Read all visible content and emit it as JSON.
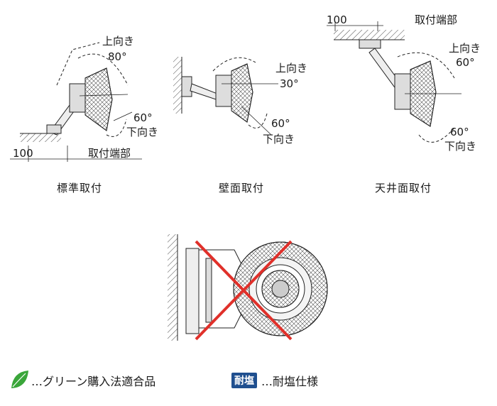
{
  "panels": [
    {
      "caption": "標準取付",
      "up_label": "上向き",
      "up_angle": "80°",
      "down_angle": "60°",
      "down_label": "下向き",
      "dim": "100",
      "mount_label": "取付端部"
    },
    {
      "caption": "壁面取付",
      "up_label": "上向き",
      "up_angle": "30°",
      "down_angle": "60°",
      "down_label": "下向き"
    },
    {
      "caption": "天井面取付",
      "dim": "100",
      "mount_label": "取付端部",
      "up_label": "上向き",
      "up_angle": "60°",
      "down_angle": "60°",
      "down_label": "下向き"
    }
  ],
  "legend": {
    "green_text": "…グリーン購入法適合品",
    "badge_text": "耐塩",
    "salt_text": "…耐塩仕様",
    "green_color": "#3aa63a",
    "badge_color": "#1f4f8f"
  },
  "prohibited_color": "#e0302a"
}
